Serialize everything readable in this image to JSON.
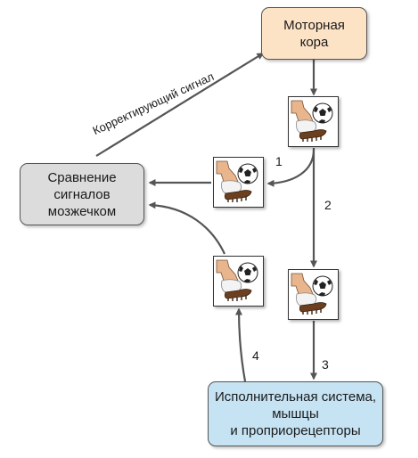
{
  "boxes": {
    "motor_cortex": "Моторная\nкора",
    "cerebellum_comparison": "Сравнение\nсигналов\nмозжечком",
    "executive_system": "Исполнительная система,\nмышцы\nи проприорецепторы"
  },
  "labels": {
    "correcting_signal": "Корректирующий сигнал"
  },
  "step_numbers": [
    "1",
    "2",
    "3",
    "4"
  ],
  "icons": [
    "foot-kicking-ball-icon"
  ],
  "colors": {
    "motor_fill": "#fde3c6",
    "compare_fill": "#dcdcdc",
    "exec_fill": "#c6e3f4",
    "arrow": "#555555"
  }
}
